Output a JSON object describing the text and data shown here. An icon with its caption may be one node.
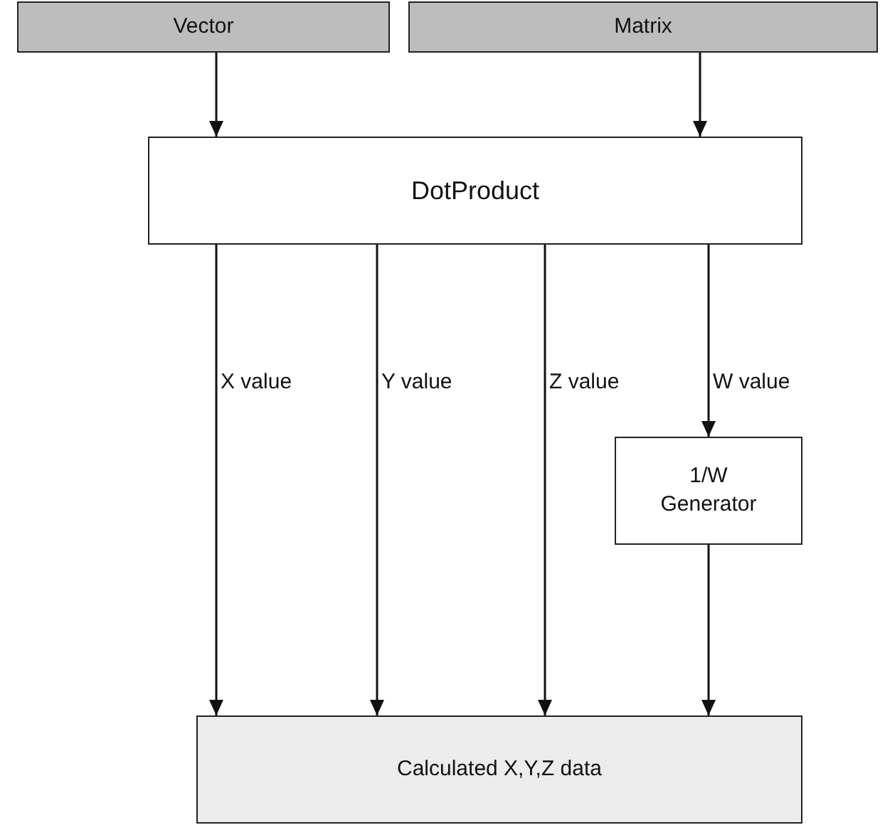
{
  "diagram": {
    "nodes": [
      {
        "text": [
          "Vector"
        ]
      },
      {
        "text": [
          "Matrix"
        ]
      },
      {
        "text": [
          "DotProduct"
        ]
      },
      {
        "text": [
          "1/W Generator"
        ]
      },
      {
        "text": [
          "Calculated X,Y,Z data"
        ]
      }
    ],
    "edges": [
      {
        "from": 0,
        "to": 2,
        "arrow": "to"
      },
      {
        "from": 1,
        "to": 2,
        "arrow": "to"
      },
      {
        "from": 2,
        "to": 4,
        "arrow": "to",
        "label": "X value"
      },
      {
        "from": 2,
        "to": 4,
        "arrow": "to",
        "label": "Y value"
      },
      {
        "from": 2,
        "to": 4,
        "arrow": "to",
        "label": "Z value"
      },
      {
        "from": 2,
        "to": 3,
        "arrow": "to",
        "label": "W value"
      },
      {
        "from": 3,
        "to": 4,
        "arrow": "to"
      }
    ]
  }
}
